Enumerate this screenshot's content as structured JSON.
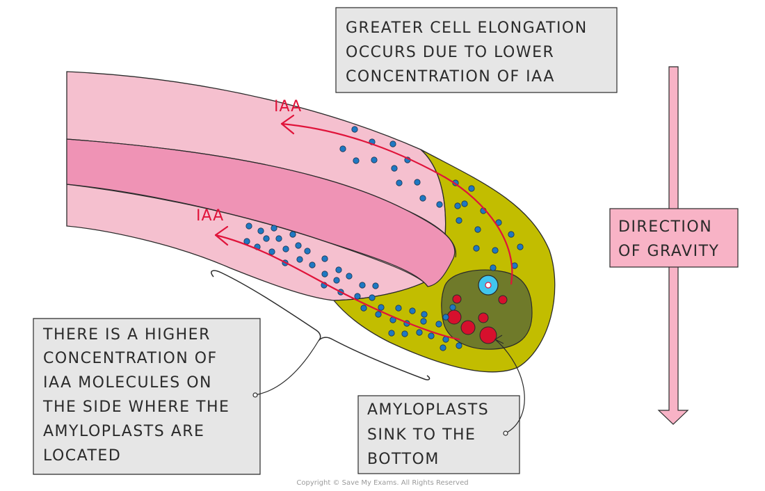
{
  "labels": {
    "top": [
      "GREATER CELL ELONGATION",
      "OCCURS DUE TO LOWER",
      "CONCENTRATION OF IAA"
    ],
    "left": [
      "THERE IS A HIGHER",
      "CONCENTRATION OF",
      "IAA MOLECULES ON",
      "THE SIDE WHERE THE",
      "AMYLOPLASTS ARE",
      "LOCATED"
    ],
    "bottom": [
      "AMYLOPLASTS",
      "SINK TO THE",
      "BOTTOM"
    ],
    "gravity": [
      "DIRECTION",
      "OF GRAVITY"
    ]
  },
  "arrows": {
    "upper_iaa": "IAA",
    "lower_iaa": "IAA"
  },
  "copyright": "Copyright © Save My Exams. All Rights Reserved",
  "colors": {
    "root_outer": "#f5c0cf",
    "root_core": "#ef93b5",
    "root_cap": "#c2bd00",
    "amyloplast_cell": "#6f7a2a",
    "iaa_dot": "#1f78c2",
    "amyloplast": "#d6102d",
    "nucleus": "#41c6ef",
    "arrow_red": "#e0133a",
    "label_box": "#e6e6e6",
    "gravity_box": "#f8b3c6"
  }
}
